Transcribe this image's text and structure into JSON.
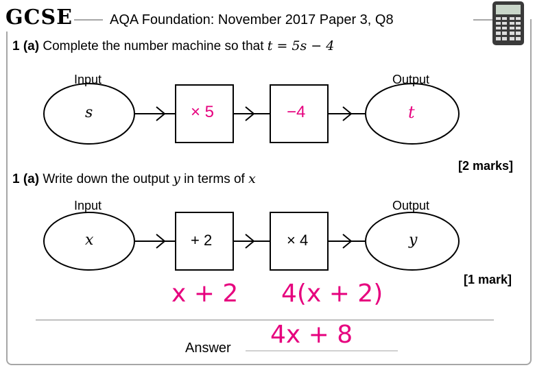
{
  "header": {
    "logo": "GCSE",
    "title": "AQA Foundation: November 2017 Paper 3, Q8",
    "calculator_icon": "calculator-icon"
  },
  "q1": {
    "number": "1 (a)",
    "text_before": "Complete the number machine so that ",
    "formula": "t = 5s − 4",
    "input_label": "Input",
    "output_label": "Output",
    "input_value": "s",
    "box1": "× 5",
    "box2": "−4",
    "output_value": "t",
    "marks": "[2 marks]"
  },
  "q2": {
    "number": "1 (a)",
    "text_before": "Write down the output ",
    "var_y": "y",
    "text_mid": " in terms of ",
    "var_x": "x",
    "input_label": "Input",
    "output_label": "Output",
    "input_value": "x",
    "box1": "+ 2",
    "box2": "× 4",
    "output_value": "y",
    "marks": "[1 mark]",
    "work1": "x + 2",
    "work2": "4(x + 2)",
    "answer_label": "Answer",
    "answer_value": "4x + 8"
  },
  "colors": {
    "handwriting": "#e6007e",
    "frame": "#a6a6a6"
  }
}
